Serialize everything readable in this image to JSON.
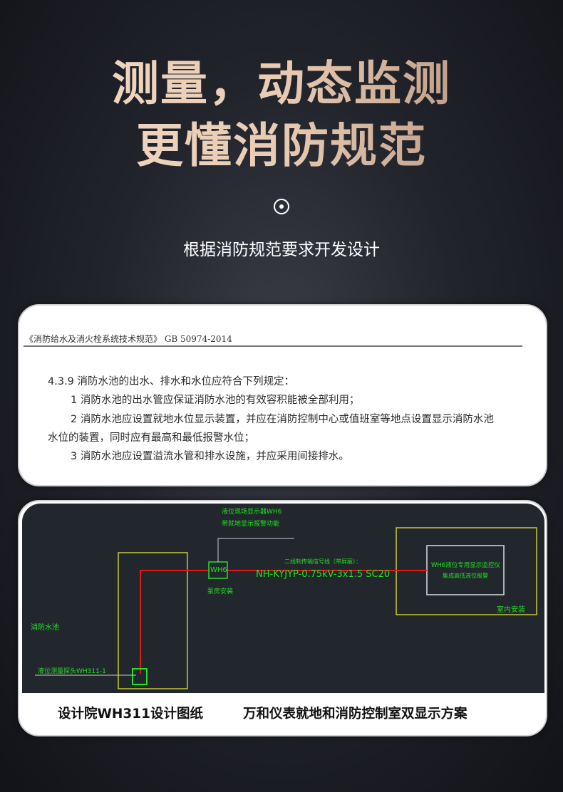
{
  "header": {
    "title_line1": "测量，动态监测",
    "title_line2": "更懂消防规范",
    "icon": "target-icon",
    "subtitle": "根据消防规范要求开发设计"
  },
  "spec": {
    "source": "《消防给水及消火栓系统技术规范》 GB 50974-2014",
    "lines": [
      "4.3.9 消防水池的出水、排水和水位应符合下列规定：",
      "1 消防水池的出水管应保证消防水池的有效容积能被全部利用；",
      "2 消防水池应设置就地水位显示装置，并应在消防控制中心或值班室等地点设置显示消防水池",
      "水位的装置，同时应有最高和最低报警水位；",
      "3 消防水池应设置溢流水管和排水设施，并应采用间接排水。"
    ]
  },
  "diagram": {
    "display_label1": "液位现场显示器WH6",
    "display_label2": "带就地显示报警功能",
    "wh6": "WH6",
    "pump_room": "泵房安装",
    "cable_label": "二线制传输信号线（带屏蔽）：",
    "cable_spec": "NH-KYJYP-0.75kV-3x1.5 SC20",
    "monitor_line1": "WH6液位专用显示监控仪",
    "monitor_line2": "集成高低液位报警",
    "indoor": "室内安装",
    "pool": "消防水池",
    "probe": "液位测量探头WH311-1"
  },
  "captions": {
    "left": "设计院WH311设计图纸",
    "right": "万和仪表就地和消防控制室双显示方案"
  },
  "colors": {
    "cad_green": "#22e022",
    "cad_yellow": "#c8c83a",
    "cad_red": "#e01818"
  }
}
